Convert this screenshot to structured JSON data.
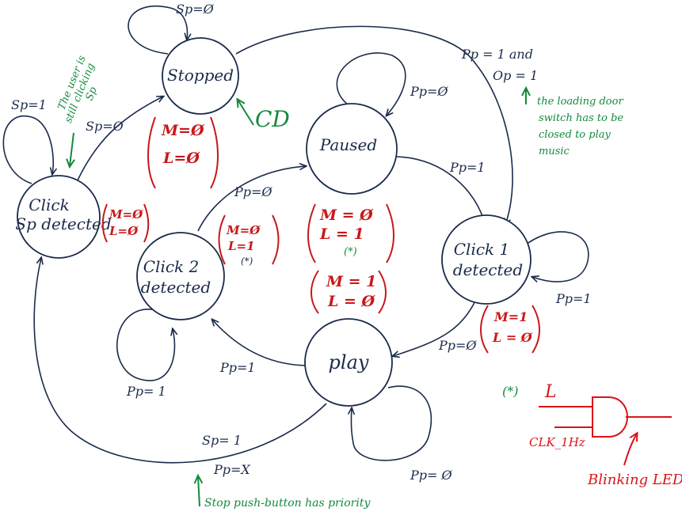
{
  "states": {
    "stopped": "Stopped",
    "paused": "Paused",
    "click_sp": [
      "Click",
      "Sp detected"
    ],
    "click2": [
      "Click 2",
      "detected"
    ],
    "click1": [
      "Click 1",
      "detected"
    ],
    "play": "play"
  },
  "outputs": {
    "stopped": [
      "M=Ø",
      "L=Ø"
    ],
    "click_sp": [
      "M=Ø",
      "L=Ø"
    ],
    "paused": [
      "M = Ø",
      "L = 1",
      "(*)"
    ],
    "click2": [
      "M=Ø",
      "L=1",
      "(*)"
    ],
    "play": [
      "M = 1",
      "L = Ø"
    ],
    "click1": [
      "M=1",
      "L = Ø"
    ]
  },
  "transitions": {
    "stopped_self": "Sp=Ø",
    "clicksp_self": "Sp=1",
    "clicksp_to_stopped": "Sp=Ø",
    "stopped_to_click1": [
      "Pp = 1 and",
      "Op = 1"
    ],
    "paused_self": "Pp=Ø",
    "paused_to_click1": "Pp=1",
    "click2_to_paused": "Pp=Ø",
    "click1_self": "Pp=1",
    "click1_to_play": "Pp=Ø",
    "play_to_click2": "Pp=1",
    "click2_self": "Pp= 1",
    "play_self": "Pp= Ø",
    "play_to_clicksp": [
      "Sp= 1",
      "Pp=X"
    ]
  },
  "notes": {
    "user_clicking": [
      "The user is",
      "still clicking",
      "Sp"
    ],
    "cd": "CD",
    "loading_door": [
      "the loading door",
      "switch has to be",
      "closed to play",
      "music"
    ],
    "stop_priority": "Stop push-button has priority"
  },
  "gate": {
    "mark": "(*)",
    "input_l": "L",
    "input_clk": "CLK_1Hz",
    "output_note": "Blinking LED"
  },
  "colors": {
    "ink": "#1a2b4a",
    "red": "#c8181a",
    "green": "#148a3c"
  }
}
